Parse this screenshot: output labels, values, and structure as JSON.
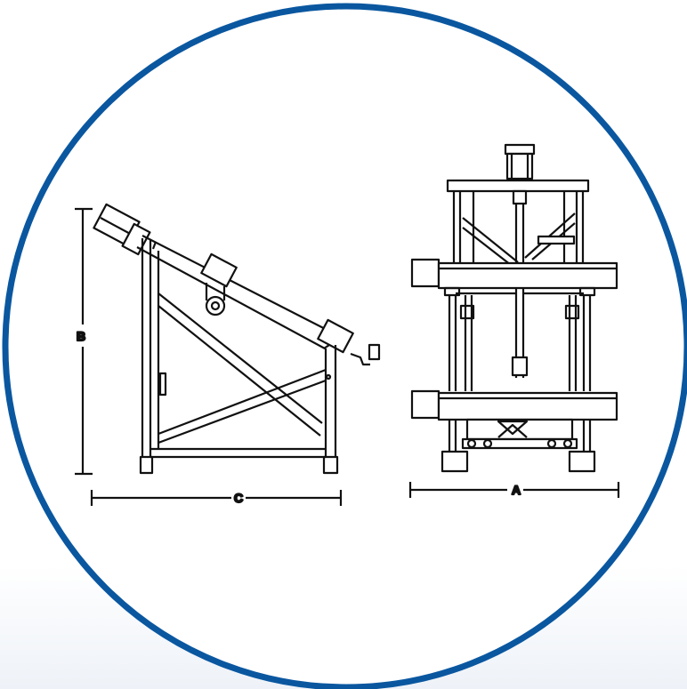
{
  "colors": {
    "ring": "#0a57a0",
    "ink": "#111111",
    "background": "#ffffff"
  },
  "dimensions": {
    "side_view": {
      "height_label": "B",
      "length_label": "C"
    },
    "end_view": {
      "width_label": "A"
    }
  }
}
